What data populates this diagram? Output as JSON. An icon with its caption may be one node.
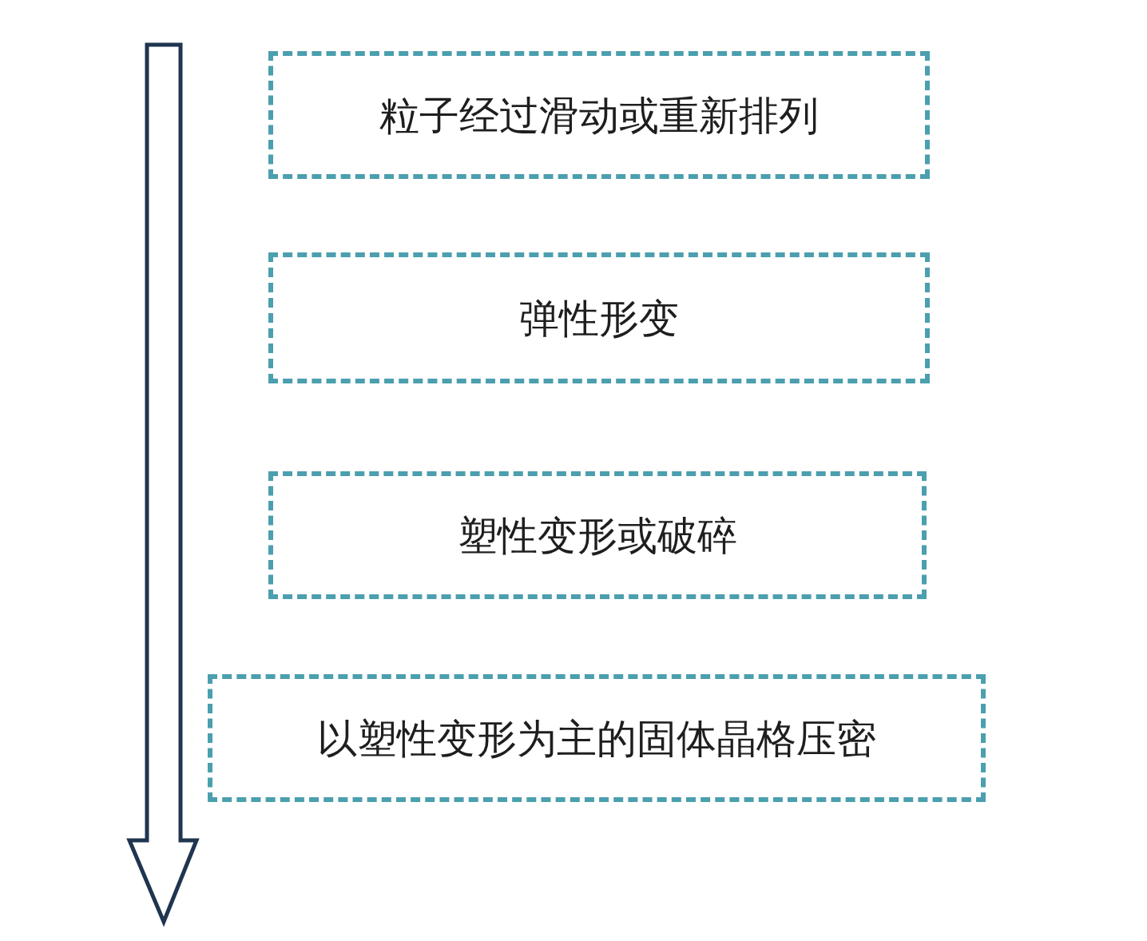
{
  "diagram": {
    "nodes": [
      {
        "text": [
          "粒子经过滑动或重新排列"
        ]
      },
      {
        "text": [
          "弹性形变"
        ]
      },
      {
        "text": [
          "塑性变形或破碎"
        ]
      },
      {
        "text": [
          "以塑性变形为主的固体晶格压密"
        ]
      }
    ]
  }
}
